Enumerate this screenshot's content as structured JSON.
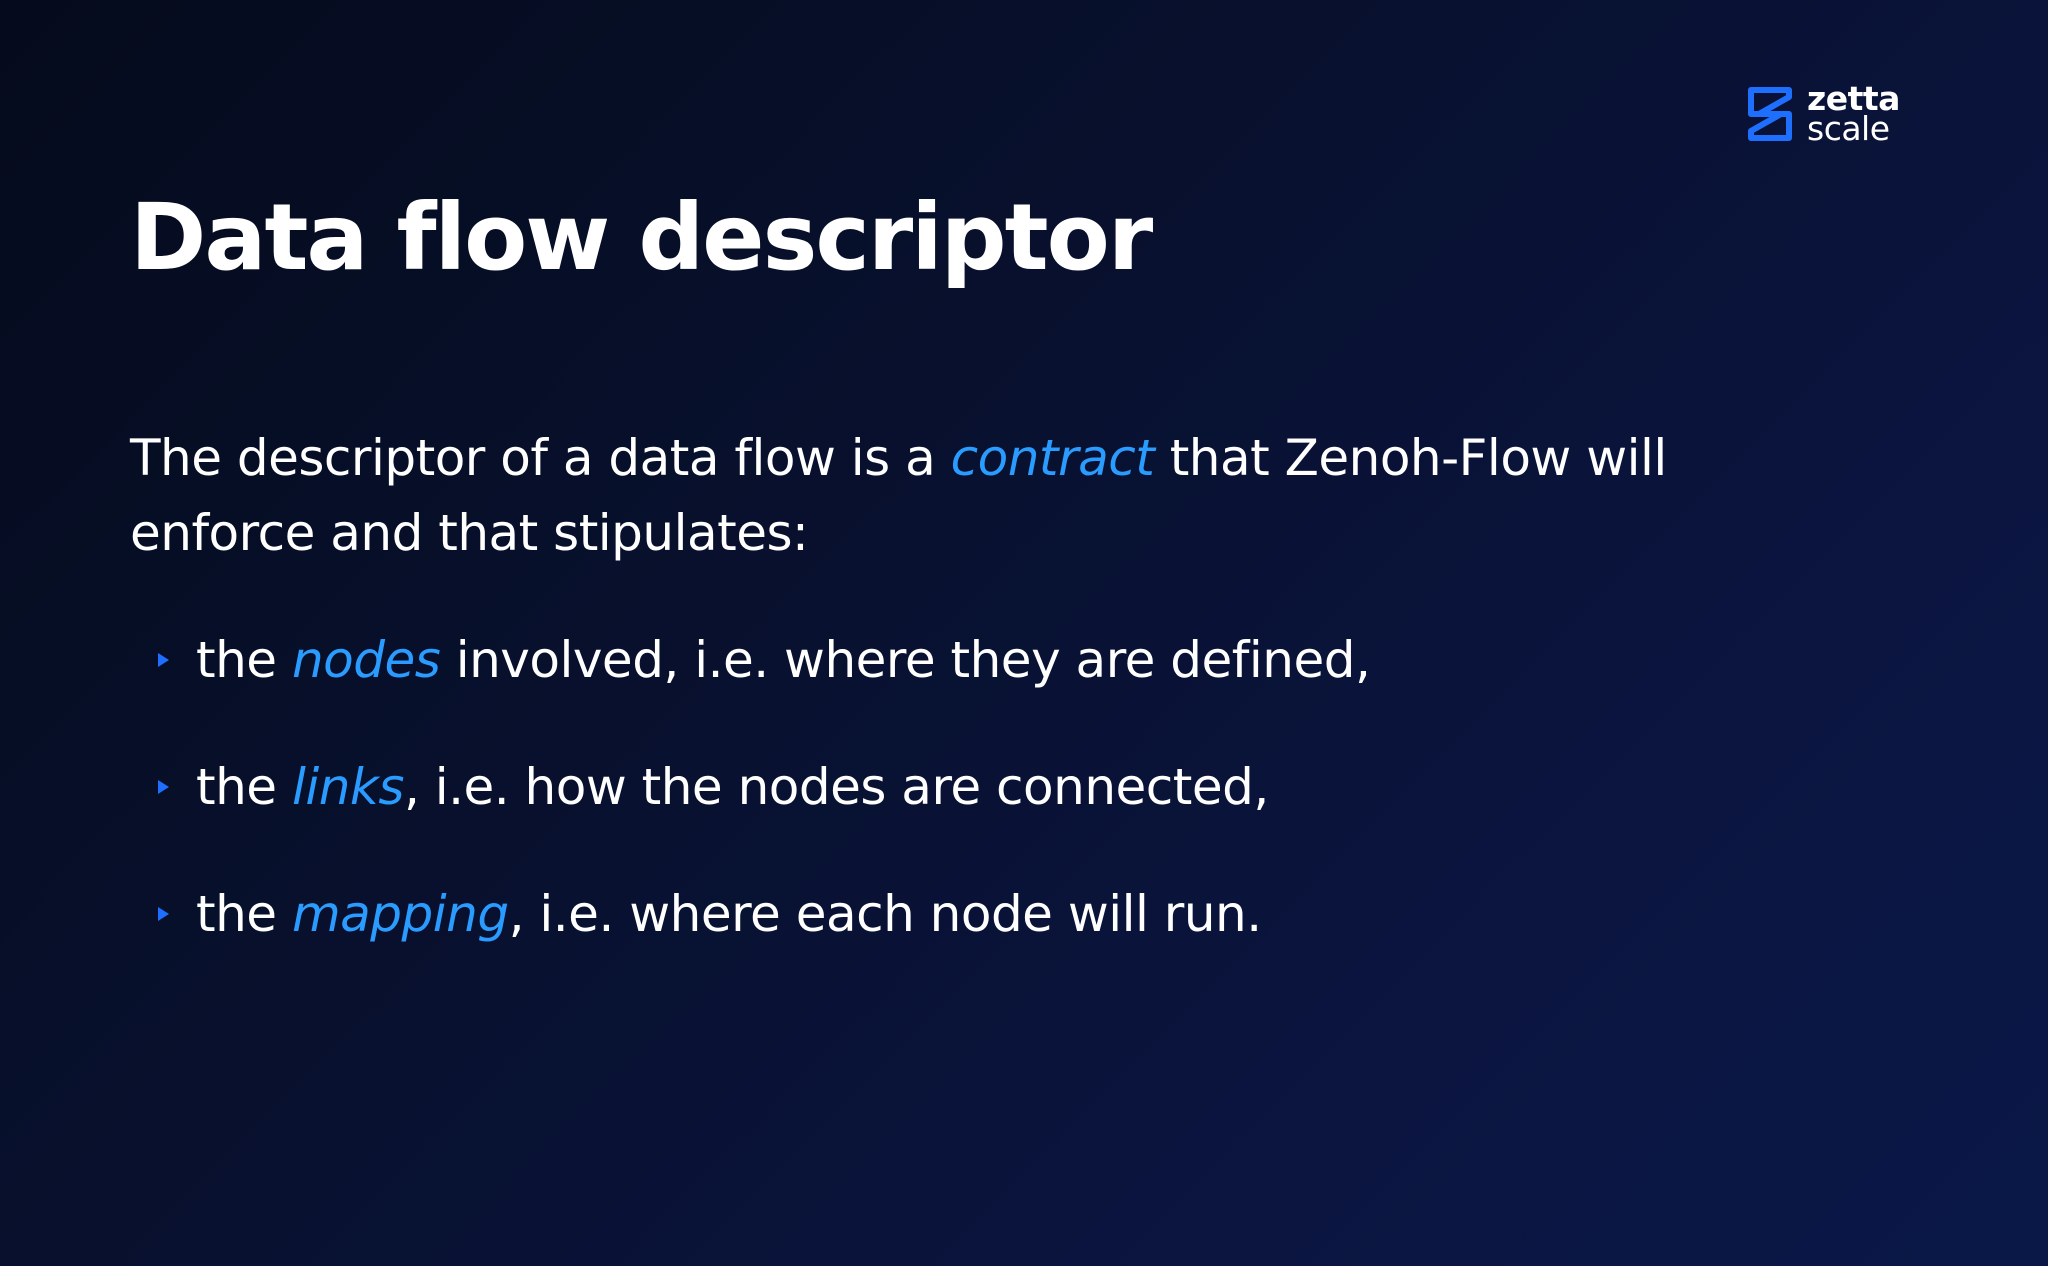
{
  "logo": {
    "name": "zetta-scale-logo",
    "line1": "zetta",
    "line2": "scale",
    "color": "#1f6fff"
  },
  "title": "Data flow descriptor",
  "intro": {
    "before": "The descriptor of a data flow is a ",
    "highlight": "contract",
    "after": " that Zenoh-Flow will enforce and that stipulates:"
  },
  "bullets": [
    {
      "before": "the ",
      "highlight": "nodes",
      "after": " involved, i.e. where they are defined,"
    },
    {
      "before": "the ",
      "highlight": "links",
      "after": ", i.e. how the nodes are connected,"
    },
    {
      "before": "the ",
      "highlight": "mapping",
      "after": ", i.e. where each node will run."
    }
  ],
  "colors": {
    "highlight": "#2a9bff",
    "bullet": "#1f6fff",
    "text": "#ffffff",
    "background": "#081130"
  }
}
